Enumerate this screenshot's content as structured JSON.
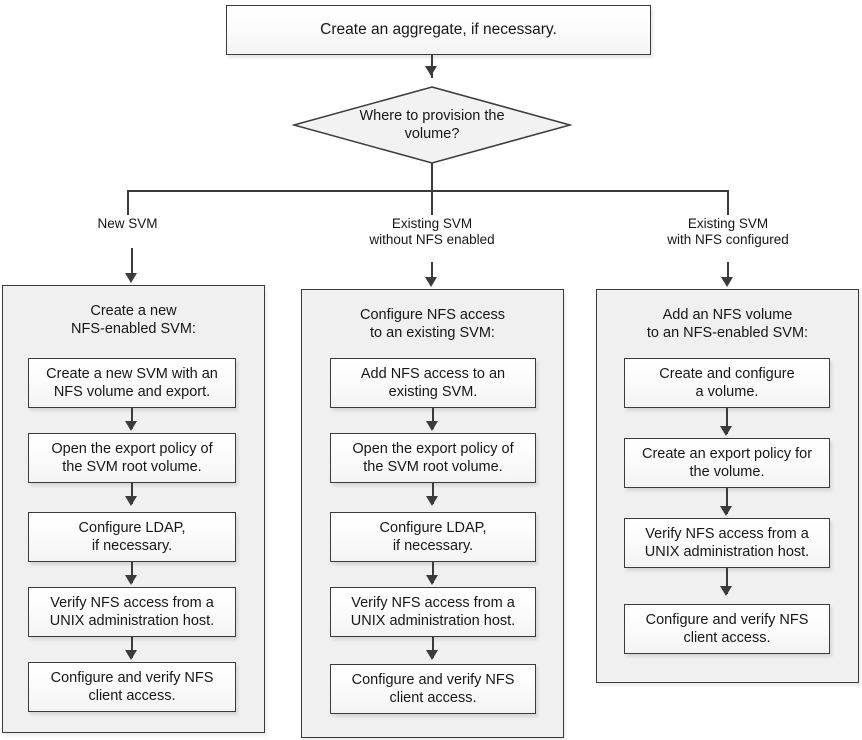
{
  "diagram": {
    "title_node": {
      "id": "create-aggregate",
      "label": "Create an aggregate, if necessary."
    },
    "decision": {
      "id": "where-to-provision",
      "label": "Where to provision the\nvolume?"
    },
    "branches": [
      {
        "id": "new-svm",
        "edge_label": "New SVM",
        "group_title": "Create a new\nNFS-enabled SVM:",
        "steps": [
          "Create a new SVM with an\nNFS volume and export.",
          "Open the export policy of\nthe SVM root volume.",
          "Configure LDAP,\nif necessary.",
          "Verify NFS access from a\nUNIX administration host.",
          "Configure and verify NFS\nclient access."
        ]
      },
      {
        "id": "existing-svm-without-nfs",
        "edge_label": "Existing SVM\nwithout NFS enabled",
        "group_title": "Configure NFS access\nto an existing SVM:",
        "steps": [
          "Add NFS access to an\nexisting SVM.",
          "Open the export policy of\nthe SVM root volume.",
          "Configure LDAP,\nif necessary.",
          "Verify NFS access from a\nUNIX administration host.",
          "Configure and verify NFS\nclient access."
        ]
      },
      {
        "id": "existing-svm-with-nfs",
        "edge_label": "Existing SVM\nwith NFS configured",
        "group_title": "Add an NFS volume\nto an NFS-enabled SVM:",
        "steps": [
          "Create and configure\na volume.",
          "Create an export policy for\nthe volume.",
          "Verify NFS access from a\nUNIX administration host.",
          "Configure and verify NFS\nclient access."
        ]
      }
    ],
    "colors": {
      "stroke": "#3b3b3b",
      "group_fill": "#f0f0f0",
      "node_fill_top": "#ffffff",
      "node_fill_bottom": "#f4f4f4",
      "text": "#161616",
      "page_background": "#ffffff"
    }
  }
}
